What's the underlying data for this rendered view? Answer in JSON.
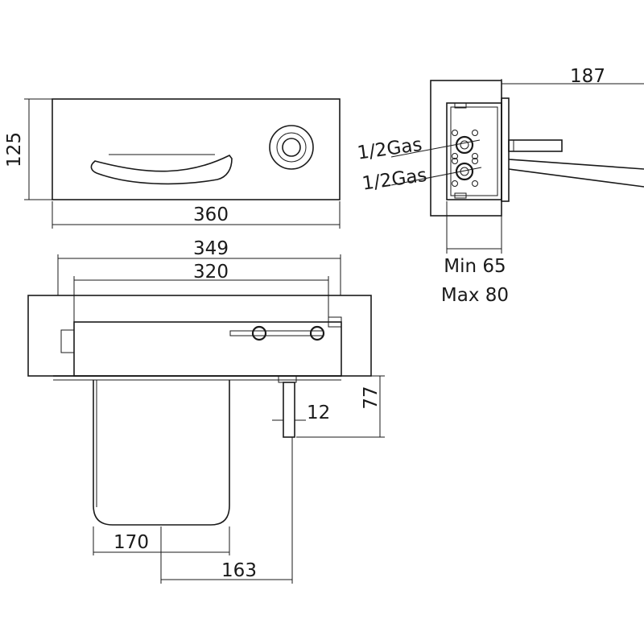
{
  "dimensions": {
    "height_front": "125",
    "width_front": "360",
    "width_349": "349",
    "width_320": "320",
    "depth_187": "187",
    "pipe_12": "12",
    "height_77": "77",
    "depth_170": "170",
    "depth_163": "163"
  },
  "side_view": {
    "inlet_top": "1/2Gas",
    "inlet_bottom": "1/2Gas",
    "min_label": "Min 65",
    "max_label": "Max 80"
  }
}
